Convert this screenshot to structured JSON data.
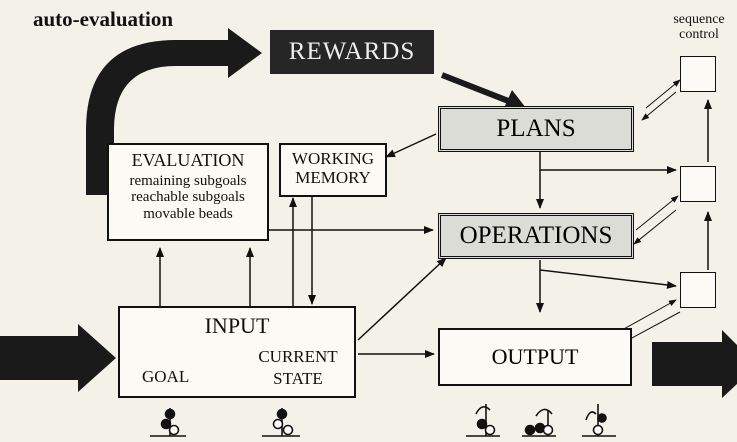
{
  "auto_evaluation": "auto-evaluation",
  "rewards": "REWARDS",
  "sequence_control": {
    "line1": "sequence",
    "line2": "control"
  },
  "plans": "PLANS",
  "evaluation": {
    "title": "EVALUATION",
    "items": [
      "remaining subgoals",
      "reachable subgoals",
      "movable beads"
    ]
  },
  "working_memory": {
    "line1": "WORKING",
    "line2": "MEMORY"
  },
  "operations": "OPERATIONS",
  "input": {
    "title": "INPUT",
    "goal": "GOAL",
    "current": "CURRENT",
    "state": "STATE"
  },
  "output": "OUTPUT"
}
